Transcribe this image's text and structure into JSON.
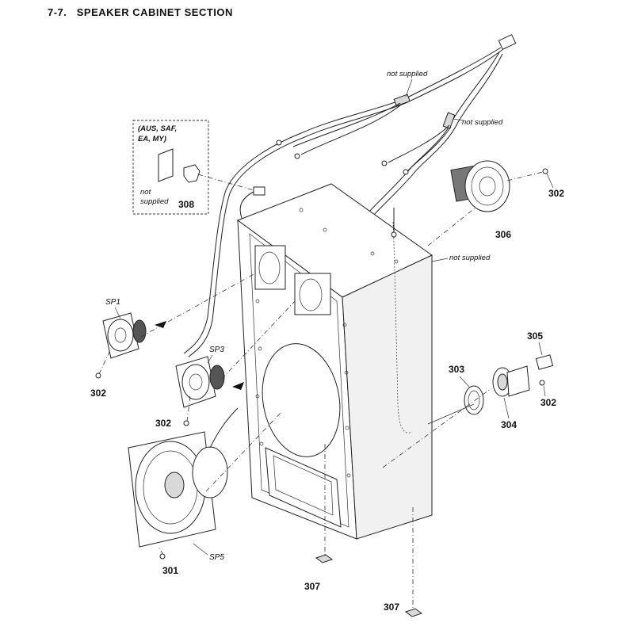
{
  "header": {
    "section_number": "7-7.",
    "section_title": "SPEAKER CABINET SECTION"
  },
  "labels": {
    "not_supplied": "not supplied",
    "region_line1": "(AUS, SAF,",
    "region_line2": "EA, MY)",
    "not_line1": "not",
    "not_line2": "supplied"
  },
  "parts": {
    "p301": "301",
    "p302": "302",
    "p303": "303",
    "p304": "304",
    "p305": "305",
    "p306": "306",
    "p307": "307",
    "p308": "308",
    "sp1": "SP1",
    "sp3": "SP3",
    "sp5": "SP5"
  }
}
